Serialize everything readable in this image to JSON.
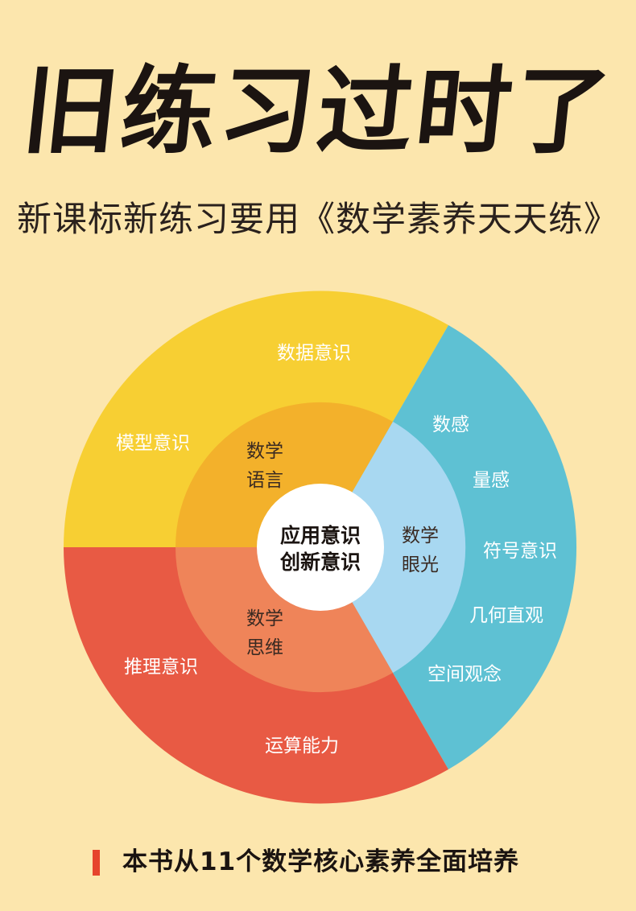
{
  "headline": "旧练习过时了",
  "subheadline": "新课标新练习要用《数学素养天天练》",
  "wheel": {
    "center": {
      "line1": "应用意识",
      "line2": "创新意识"
    },
    "inner": [
      {
        "line1": "数学",
        "line2": "语言",
        "color": "#f3b12b"
      },
      {
        "line1": "数学",
        "line2": "眼光",
        "color": "#a8d8f1"
      },
      {
        "line1": "数学",
        "line2": "思维",
        "color": "#ef8459"
      }
    ],
    "outer": {
      "yellow": {
        "color": "#f7cf33",
        "labels": [
          "数据意识",
          "模型意识"
        ]
      },
      "blue": {
        "color": "#5ec1d3",
        "labels": [
          "数感",
          "量感",
          "符号意识",
          "几何直观",
          "空间观念"
        ]
      },
      "red": {
        "color": "#e85a44",
        "labels": [
          "推理意识",
          "运算能力"
        ]
      }
    }
  },
  "footer": {
    "text": "本书从11个数学核心素养全面培养",
    "accent_color": "#e6442c"
  }
}
